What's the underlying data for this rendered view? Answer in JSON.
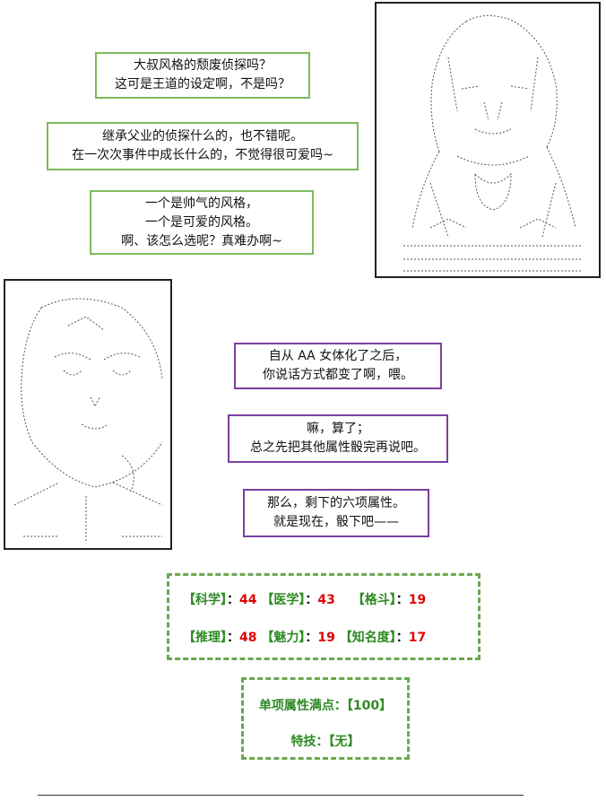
{
  "bubbles": {
    "b1": [
      "大叔风格的颓废侦探吗？",
      "这可是王道的设定啊，不是吗？"
    ],
    "b2": [
      "继承父业的侦探什么的，也不错呢。",
      "在一次次事件中成长什么的，不觉得很可爱吗~"
    ],
    "b3": [
      "一个是帅气的风格，",
      "一个是可爱的风格。",
      "啊、该怎么选呢？真难办啊~"
    ],
    "b4": [
      "自从 AA 女体化了之后，",
      "你说话方式都变了啊，喂。"
    ],
    "b5": [
      "嘛，算了；",
      "总之先把其他属性骰完再说吧。"
    ],
    "b6": [
      "那么，剩下的六项属性。",
      "就是现在，骰下吧——"
    ]
  },
  "stats": {
    "row1": [
      {
        "label": "【科学】",
        "sep": "：",
        "value": "44"
      },
      {
        "label": "【医学】",
        "sep": "：",
        "value": "43"
      },
      {
        "label": "【格斗】",
        "sep": "：",
        "value": "19"
      }
    ],
    "row2": [
      {
        "label": "【推理】",
        "sep": "：",
        "value": "48"
      },
      {
        "label": "【魅力】",
        "sep": "：",
        "value": "19"
      },
      {
        "label": "【知名度】",
        "sep": "：",
        "value": "17"
      }
    ]
  },
  "summary": {
    "max_label": "单项属性满点：",
    "max_value": "【100】",
    "skill_label": "特技：",
    "skill_value": "【无】"
  },
  "colors": {
    "green_border": "#7cbb5a",
    "purple_border": "#7b3fa0",
    "stat_value": "#e00000",
    "stat_label": "#2e8b23"
  }
}
